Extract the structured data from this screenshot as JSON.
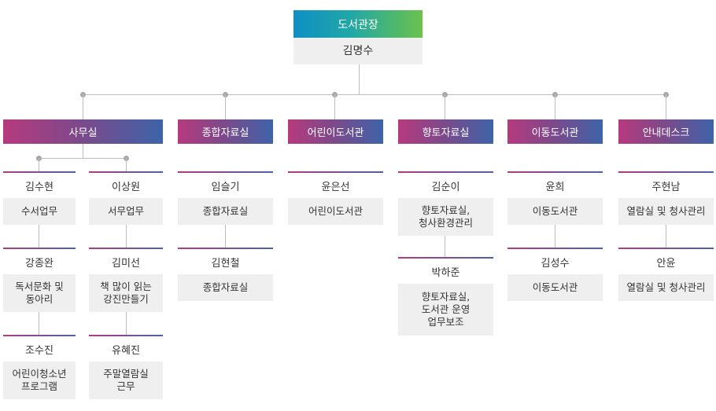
{
  "director": {
    "title": "도서관장",
    "name": "김명수"
  },
  "depts": [
    {
      "name": "사무실"
    },
    {
      "name": "종합자료실"
    },
    {
      "name": "어린이도서관"
    },
    {
      "name": "향토자료실"
    },
    {
      "name": "이동도서관"
    },
    {
      "name": "안내데스크"
    }
  ],
  "staff": {
    "office_a": [
      {
        "name": "김수현",
        "duty": "수서업무"
      },
      {
        "name": "강종완",
        "duty": "독서문화 및\n동아리"
      },
      {
        "name": "조수진",
        "duty": "어린이청소년\n프로그램"
      }
    ],
    "office_b": [
      {
        "name": "이상원",
        "duty": "서무업무"
      },
      {
        "name": "김미선",
        "duty": "책 많이 읽는\n강진만들기"
      },
      {
        "name": "유혜진",
        "duty": "주말열람실\n근무"
      }
    ],
    "general": [
      {
        "name": "임슬기",
        "duty": "종합자료실"
      },
      {
        "name": "김현철",
        "duty": "종합자료실"
      }
    ],
    "children": [
      {
        "name": "윤은선",
        "duty": "어린이도서관"
      }
    ],
    "local": [
      {
        "name": "김순이",
        "duty": "향토자료실,\n청사환경관리"
      },
      {
        "name": "박하준",
        "duty": "향토자료실,\n도서관 운영\n업무보조"
      }
    ],
    "mobile": [
      {
        "name": "윤희",
        "duty": "이동도서관"
      },
      {
        "name": "김성수",
        "duty": "이동도서관"
      }
    ],
    "info": [
      {
        "name": "주현남",
        "duty": "열람실 및 청사관리"
      },
      {
        "name": "안윤",
        "duty": "열람실 및 청사관리"
      }
    ]
  }
}
